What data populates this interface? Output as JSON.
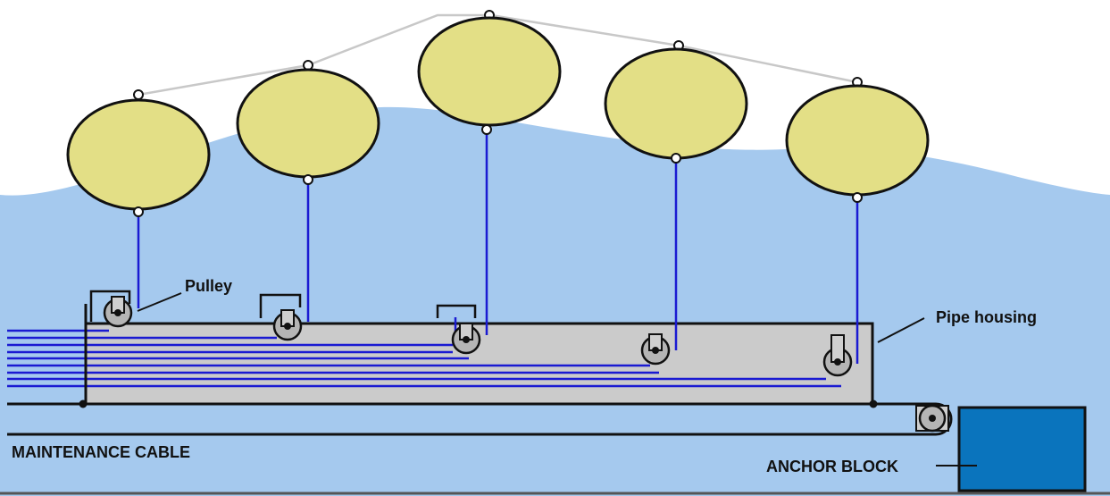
{
  "labels": {
    "pulley": "Pulley",
    "pipe_housing": "Pipe housing",
    "maintenance_cable": "MAINTENANCE CABLE",
    "anchor_block": "ANCHOR BLOCK"
  },
  "buoy_count": 5,
  "colors": {
    "water": "#a5c9ee",
    "buoy": "#e3df86",
    "tether": "#1a1ad2",
    "housing": "#cbcbcb",
    "anchor": "#0a74bd",
    "surface_line": "#c8c8c8",
    "outline": "#111111"
  }
}
